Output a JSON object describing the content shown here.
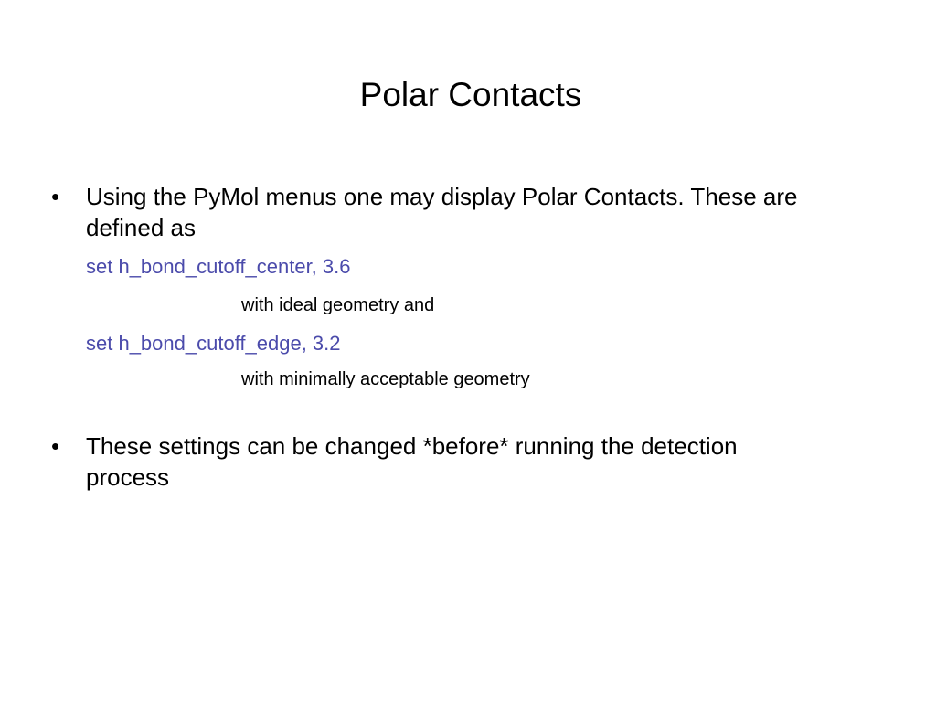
{
  "slide": {
    "title": "Polar Contacts",
    "bullets": [
      {
        "marker": "•",
        "line1": "Using the PyMol menus one may display Polar Contacts. These are",
        "line2": "defined as"
      },
      {
        "marker": "•",
        "line1": "These settings can be changed *before* running the detection",
        "line2": "process"
      }
    ],
    "code": [
      "set h_bond_cutoff_center, 3.6",
      "set h_bond_cutoff_edge, 3.2"
    ],
    "notes": [
      "with ideal geometry and",
      "with minimally acceptable geometry"
    ],
    "colors": {
      "text": "#000000",
      "code": "#4b4bab",
      "background": "#ffffff"
    }
  }
}
